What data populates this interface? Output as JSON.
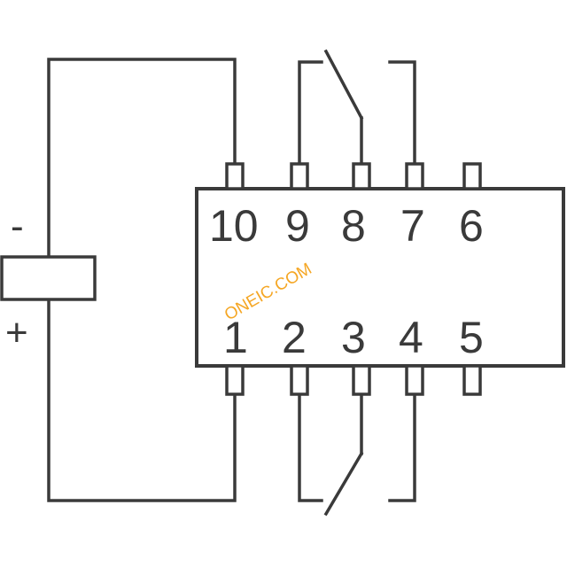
{
  "diagram": {
    "top_pins": [
      "10",
      "9",
      "8",
      "7",
      "6"
    ],
    "bottom_pins": [
      "1",
      "2",
      "3",
      "4",
      "5"
    ],
    "coil": {
      "minus_label": "-",
      "plus_label": "+"
    },
    "watermark": "ONEIC.COM",
    "colors": {
      "line": "#3a3a3a",
      "watermark": "#f5a623",
      "background": "#ffffff"
    }
  }
}
